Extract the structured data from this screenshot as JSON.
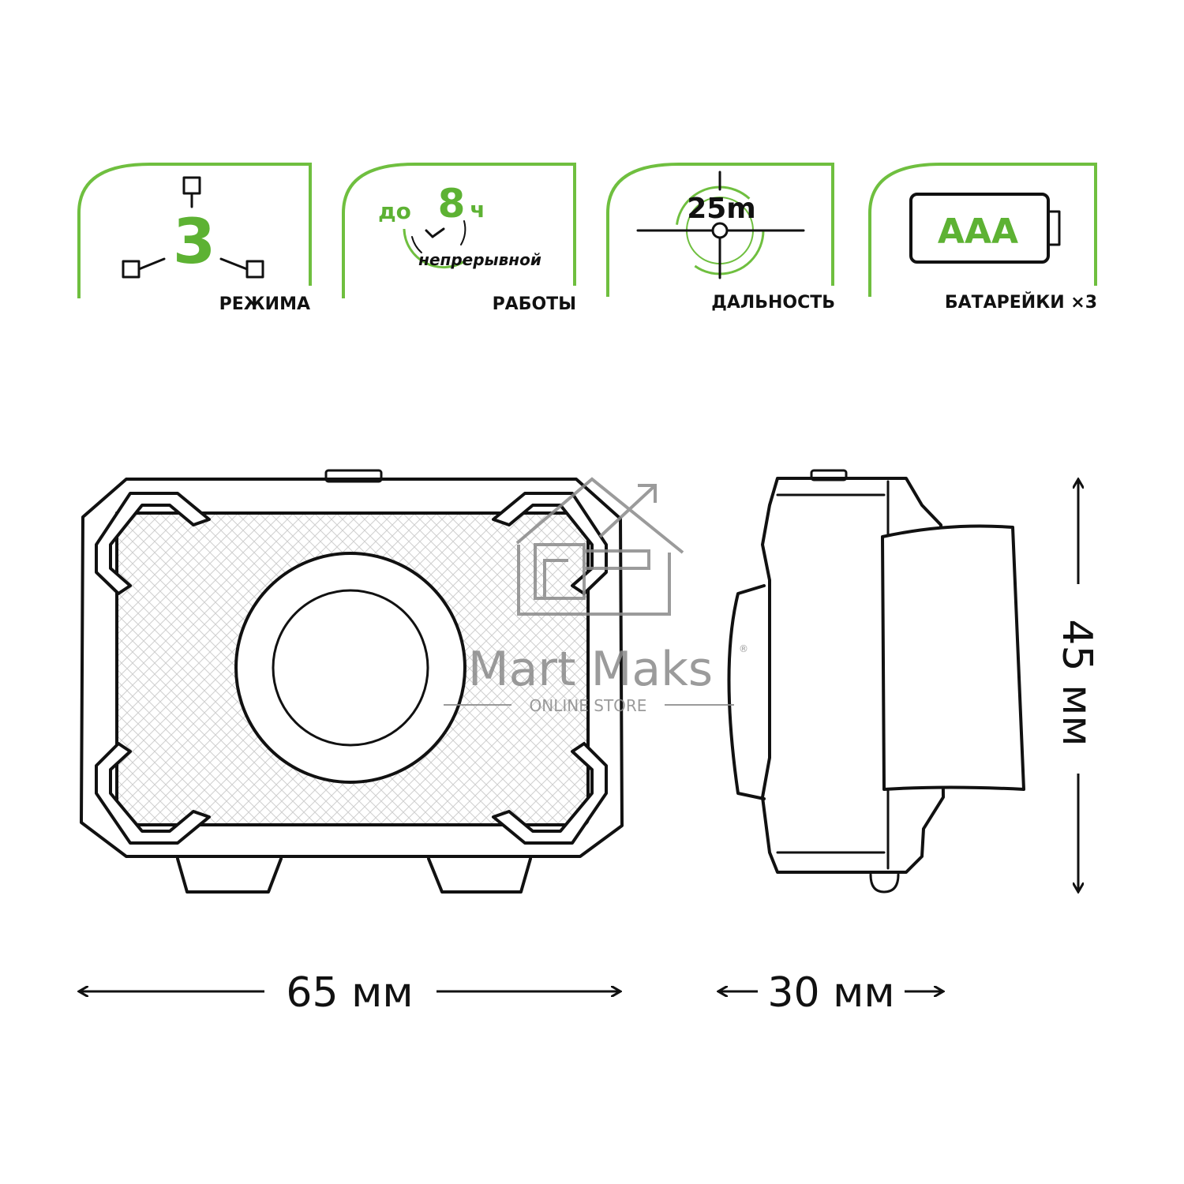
{
  "colors": {
    "accent": "#6fbf3f",
    "accent_text": "#5db233",
    "line": "#111111",
    "watermark": "#8a8a8a"
  },
  "features": {
    "modes": {
      "value": "3",
      "label": "РЕЖИМА"
    },
    "runtime": {
      "prefix": "до",
      "value": "8",
      "unit": "ч",
      "sub": "непрерывной",
      "label": "РАБОТЫ"
    },
    "range": {
      "value": "25m",
      "label": "ДАЛЬНОСТЬ"
    },
    "battery": {
      "value": "AAA",
      "label": "БАТАРЕЙКИ ×3"
    }
  },
  "dimensions": {
    "width": "65 мм",
    "depth": "30 мм",
    "height": "45 мм"
  },
  "watermark": {
    "brand": "Mart Maks",
    "sub": "ONLINE STORE",
    "mark": "®"
  }
}
